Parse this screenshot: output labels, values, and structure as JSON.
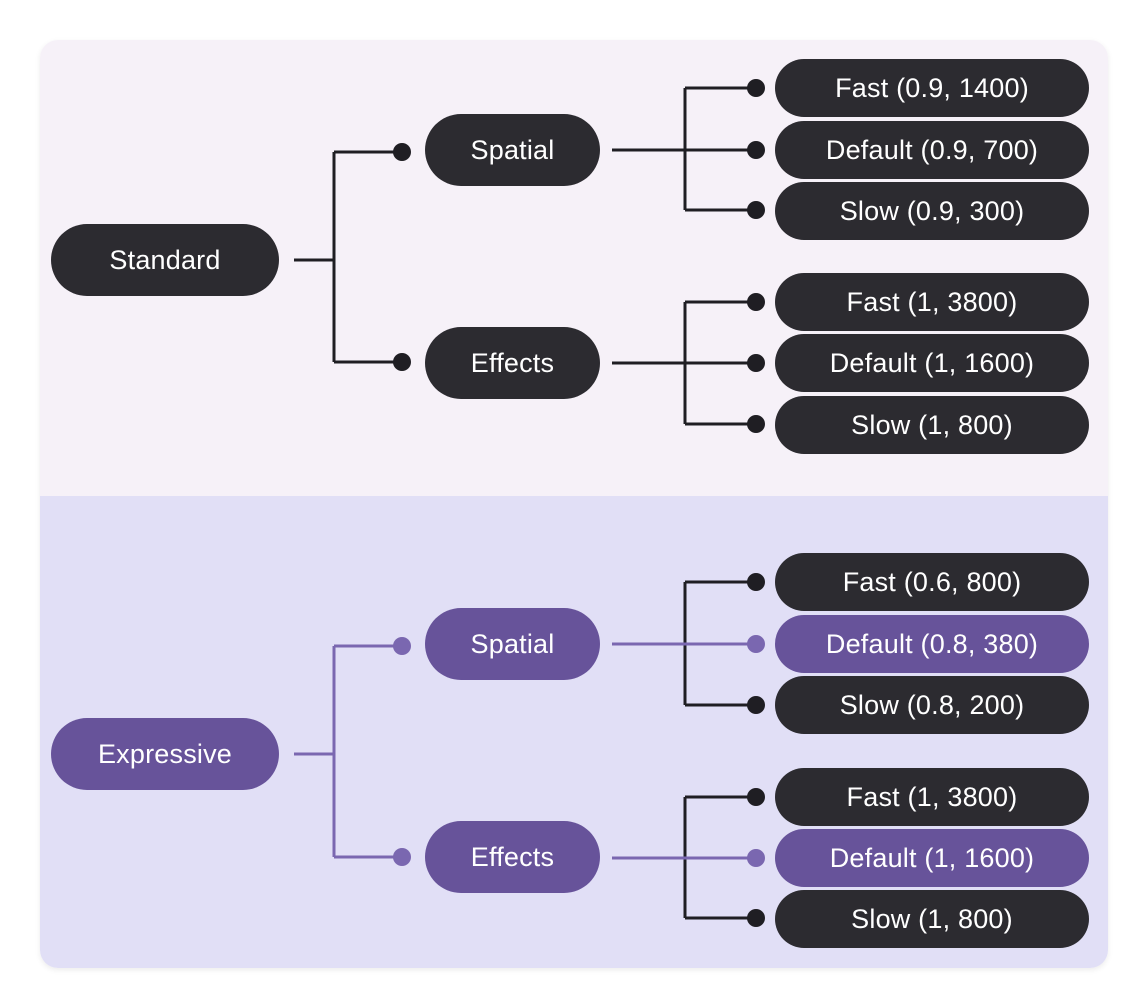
{
  "colors": {
    "top_background": "#f6f1f8",
    "bottom_background": "#e1dff6",
    "dark_node": "#2c2b30",
    "highlight_node": "#67539a",
    "highlight_line": "#7a67b0",
    "text": "#ffffff"
  },
  "groups": [
    {
      "label": "Standard",
      "highlighted": false,
      "branches": [
        {
          "label": "Spatial",
          "highlighted": false,
          "leaves": [
            {
              "label": "Fast (0.9, 1400)",
              "highlighted": false
            },
            {
              "label": "Default (0.9, 700)",
              "highlighted": false
            },
            {
              "label": "Slow (0.9, 300)",
              "highlighted": false
            }
          ]
        },
        {
          "label": "Effects",
          "highlighted": false,
          "leaves": [
            {
              "label": "Fast (1, 3800)",
              "highlighted": false
            },
            {
              "label": "Default (1, 1600)",
              "highlighted": false
            },
            {
              "label": "Slow (1, 800)",
              "highlighted": false
            }
          ]
        }
      ]
    },
    {
      "label": "Expressive",
      "highlighted": true,
      "branches": [
        {
          "label": "Spatial",
          "highlighted": true,
          "leaves": [
            {
              "label": "Fast (0.6, 800)",
              "highlighted": false
            },
            {
              "label": "Default (0.8, 380)",
              "highlighted": true
            },
            {
              "label": "Slow (0.8, 200)",
              "highlighted": false
            }
          ]
        },
        {
          "label": "Effects",
          "highlighted": true,
          "leaves": [
            {
              "label": "Fast (1, 3800)",
              "highlighted": false
            },
            {
              "label": "Default (1, 1600)",
              "highlighted": true
            },
            {
              "label": "Slow (1, 800)",
              "highlighted": false
            }
          ]
        }
      ]
    }
  ]
}
